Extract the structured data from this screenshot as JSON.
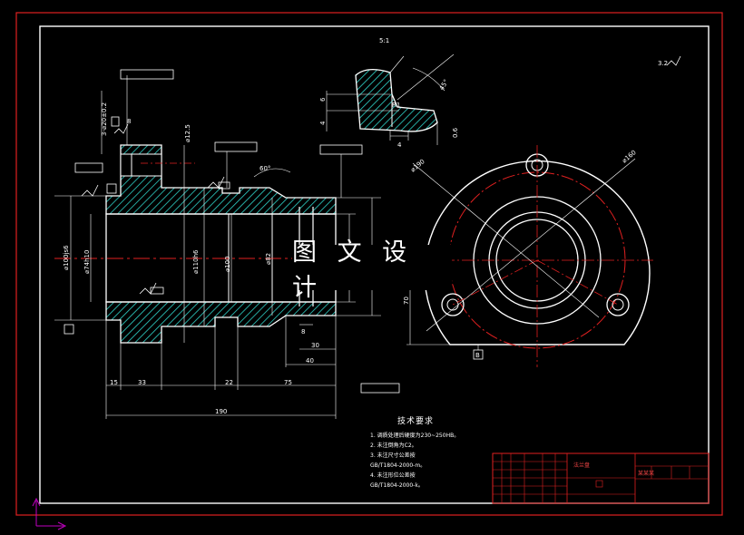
{
  "watermark": "图 文 设 计",
  "tech_requirements": {
    "title": "技术要求",
    "items": [
      "1. 调质处理后硬度为230~250HB。",
      "2. 未注倒角为C2。",
      "3. 未注尺寸公差按",
      "GB/T1804-2000-m。",
      "4. 未注形位公差按",
      "GB/T1804-2000-k。"
    ]
  },
  "dimensions": {
    "len_190": "190",
    "len_15": "15",
    "len_33": "33",
    "len_22": "22",
    "len_75": "75",
    "len_40": "40",
    "len_30": "30",
    "len_8a": "8",
    "len_8b": "8",
    "len_70": "70",
    "dia_100": "⌀100",
    "dia_110": "⌀110h6",
    "dia_100js6": "⌀100js6",
    "dia_74": "⌀74h10",
    "dia_82": "⌀82",
    "dia_12_5": "⌀12.5",
    "angle_60": "60°",
    "dim_3x20": "3-⌀20±0.2",
    "pcd_190": "⌀190",
    "pcd_160": "⌀160",
    "detail_6": "6",
    "detail_4a": "4",
    "detail_4b": "4",
    "detail_0_6": "0.6",
    "detail_45": "45°",
    "detail_r1": "R1",
    "detail_scale": "5:1",
    "roughness_all": "3.2",
    "datum_b": "B"
  },
  "title_block": {
    "part_name": "法兰盘",
    "unit": "某某某"
  },
  "colors": {
    "border": "#e02020",
    "outline": "#ffffff",
    "hatch": "#2fd1c7",
    "centerline": "#e02020",
    "ucs": "#c000c0"
  }
}
